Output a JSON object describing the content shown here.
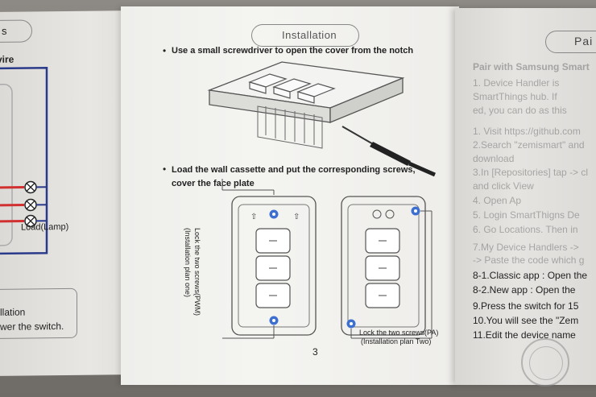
{
  "left_page": {
    "header_fragment": "s",
    "wire_label": "vire",
    "load_label": "Load(Lamp)",
    "box_line1": "llation",
    "box_line2": "wer the switch."
  },
  "center_page": {
    "section_title": "Installation",
    "step1": "Use a small screwdriver to open the cover from the notch",
    "step2_line1": "Load the wall cassette and put the corresponding screws,",
    "step2_line2": "cover the face plate",
    "plan_one_line1": "Lock the two screws(PWM)",
    "plan_one_line2": "(Installation plan one)",
    "plan_two_line1": "Lock the two screws(PA)",
    "plan_two_line2": "(Installation plan Two)",
    "page_number": "3"
  },
  "right_page": {
    "section_title": "Pai",
    "lines": [
      "Pair with Samsung Smart",
      "1. Device Handler is",
      "SmartThings hub. If",
      "ed, you can do as this",
      "1. Visit https://github.com",
      "2.Search \"zemismart\" and",
      "download",
      "3.In [Repositories] tap -> cl",
      "and click View",
      "4. Open Ap",
      "5. Login SmartThigns De",
      "6. Go Locations. Then in",
      "7.My Device Handlers ->",
      "-> Paste the code which g",
      "8-1.Classic app : Open the",
      "8-2.New app : Open the",
      "9.Press the switch for 15",
      "10.You will see the \"Zem",
      "11.Edit the device name"
    ]
  }
}
